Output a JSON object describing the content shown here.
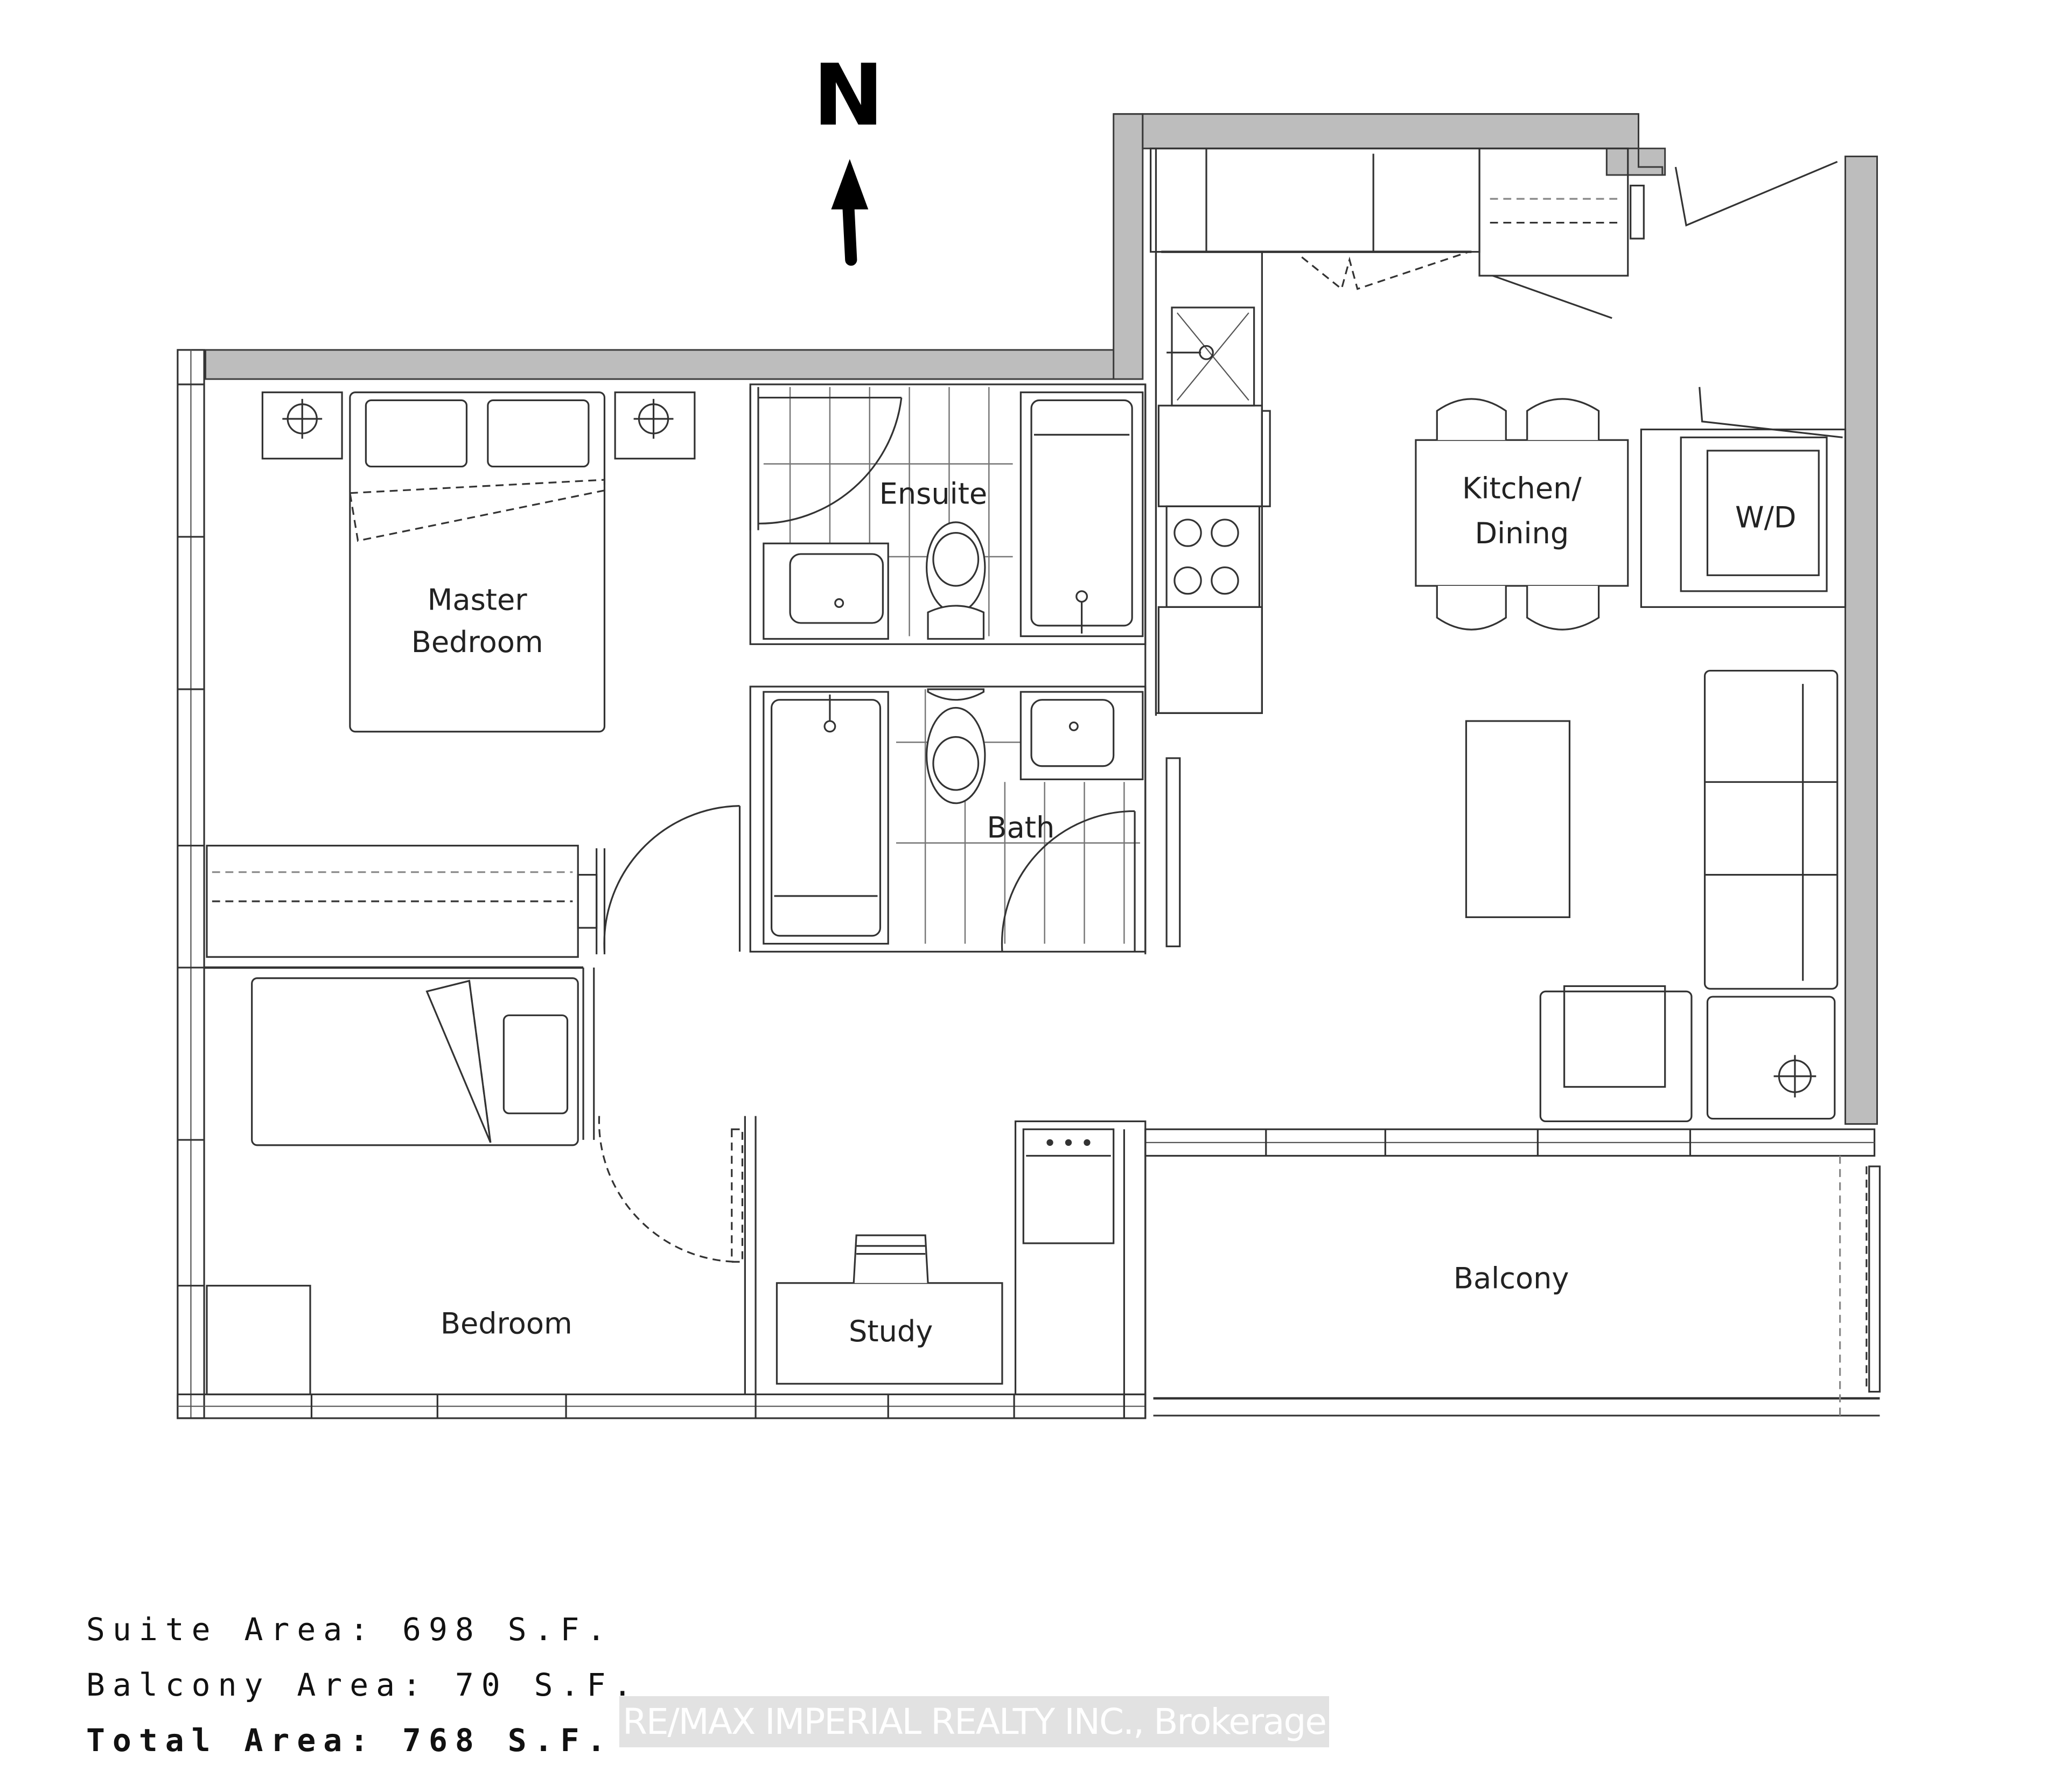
{
  "compass": {
    "label": "N",
    "icon": "north-arrow-icon"
  },
  "rooms": {
    "master_bedroom": [
      "Master",
      "Bedroom"
    ],
    "ensuite": "Ensuite",
    "bath": "Bath",
    "kitchen_dining": [
      "Kitchen/",
      "Dining"
    ],
    "washer_dryer": "W/D",
    "bedroom": "Bedroom",
    "study": "Study",
    "balcony": "Balcony"
  },
  "areas": {
    "suite": "Suite Area: 698 S.F.",
    "balcony": "Balcony Area: 70 S.F.",
    "total": "Total Area: 768 S.F."
  },
  "watermark": "RE/MAX IMPERIAL REALTY INC., Brokerage",
  "colors": {
    "wall_fill": "#bdbdbd",
    "line": "#333333",
    "watermark_band": "#e2e2e2"
  }
}
